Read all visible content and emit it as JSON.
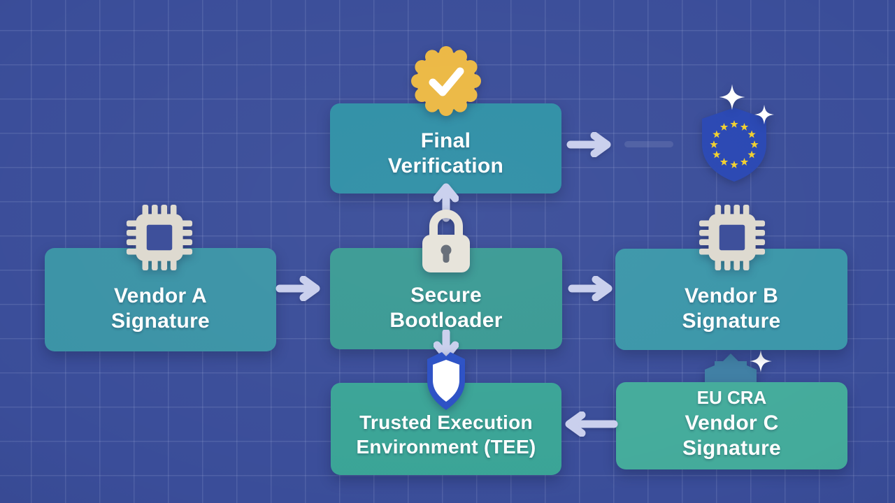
{
  "title": "Secure boot chain of trust diagram",
  "nodes": {
    "final_verification": {
      "line1": "Final",
      "line2": "Verification"
    },
    "vendor_a": {
      "line1": "Vendor A",
      "line2": "Signature"
    },
    "secure_bootloader": {
      "line1": "Secure",
      "line2": "Bootloader"
    },
    "vendor_b": {
      "line1": "Vendor B",
      "line2": "Signature"
    },
    "tee": {
      "line1": "Trusted Execution",
      "line2": "Environment (TEE)"
    },
    "vendor_c": {
      "tag": "EU CRA",
      "line1": "Vendor C",
      "line2": "Signature"
    }
  },
  "icons": {
    "badge": "verified-seal-check-icon",
    "chip_a": "chip-icon",
    "chip_b": "chip-icon",
    "lock": "lock-icon",
    "eu_shield": "eu-stars-shield-icon",
    "tee_shield": "shield-icon",
    "vendor_c_shield": "shield-crest-icon",
    "sparkles": "sparkle-icon"
  },
  "connections": [
    {
      "from": "vendor_a",
      "to": "secure_bootloader",
      "direction": "right"
    },
    {
      "from": "secure_bootloader",
      "to": "final_verification",
      "direction": "up"
    },
    {
      "from": "secure_bootloader",
      "to": "vendor_b",
      "direction": "right"
    },
    {
      "from": "secure_bootloader",
      "to": "tee",
      "direction": "down"
    },
    {
      "from": "vendor_c",
      "to": "tee",
      "direction": "left"
    },
    {
      "from": "final_verification",
      "to": "eu_shield",
      "direction": "right"
    }
  ],
  "colors": {
    "background": "#3a4d99",
    "grid_line": "#8fa0d0",
    "box_blue_teal": "#3b93a6",
    "box_green_teal": "#3aa496",
    "arrow": "#c9cfed",
    "icon_light": "#ddd9cf",
    "badge_yellow": "#ecb843",
    "eu_blue": "#2947b3",
    "star_yellow": "#f2d02e",
    "shield_blue": "#2b50c5",
    "text": "#ffffff"
  }
}
